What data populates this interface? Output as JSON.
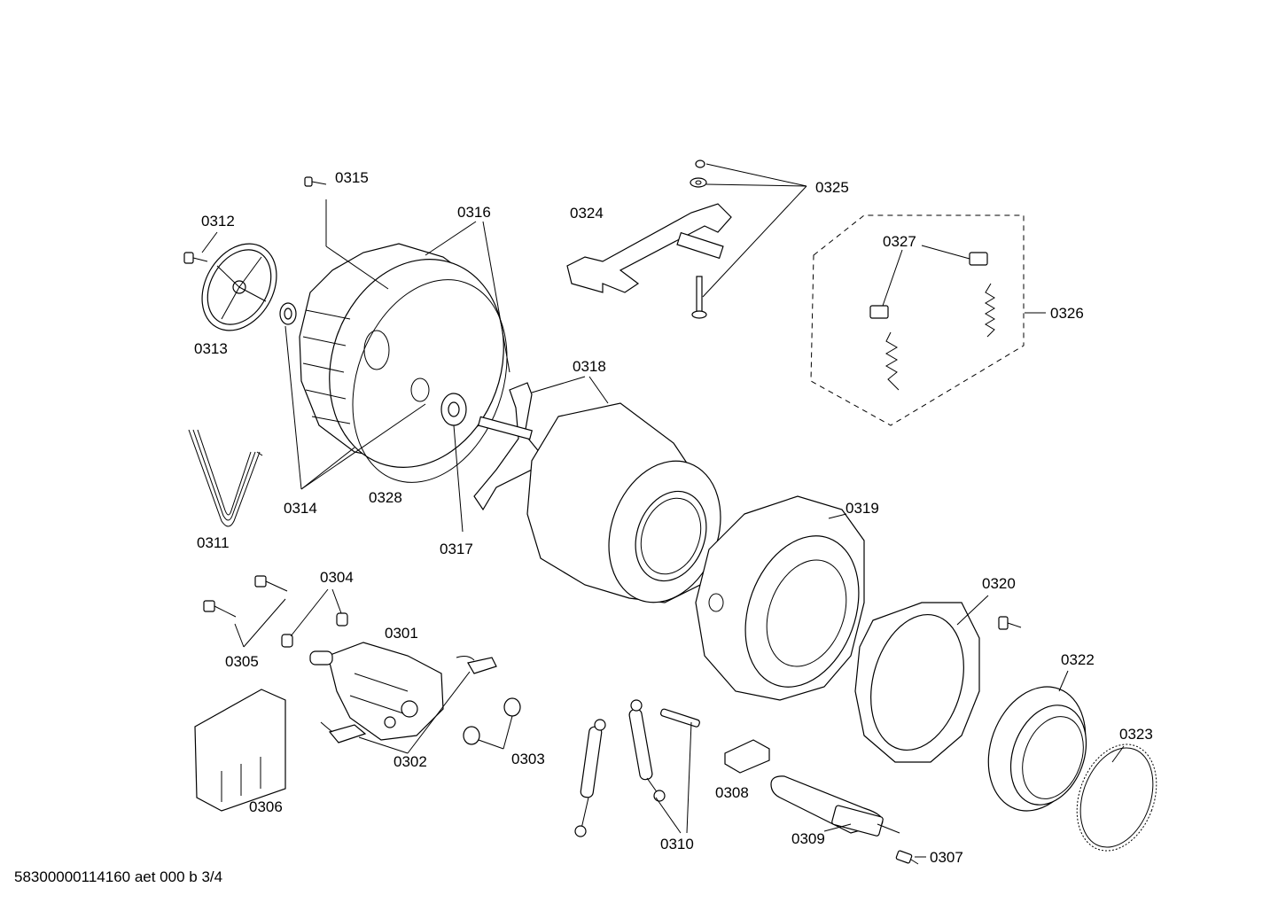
{
  "diagram": {
    "doc_code": "58300000114160 aet 000 b 3/4",
    "callouts": [
      {
        "id": "0301",
        "text": "0301"
      },
      {
        "id": "0302",
        "text": "0302"
      },
      {
        "id": "0303",
        "text": "0303"
      },
      {
        "id": "0304",
        "text": "0304"
      },
      {
        "id": "0305",
        "text": "0305"
      },
      {
        "id": "0306",
        "text": "0306"
      },
      {
        "id": "0307",
        "text": "0307"
      },
      {
        "id": "0308",
        "text": "0308"
      },
      {
        "id": "0309",
        "text": "0309"
      },
      {
        "id": "0310",
        "text": "0310"
      },
      {
        "id": "0311",
        "text": "0311"
      },
      {
        "id": "0312",
        "text": "0312"
      },
      {
        "id": "0313",
        "text": "0313"
      },
      {
        "id": "0314",
        "text": "0314"
      },
      {
        "id": "0315",
        "text": "0315"
      },
      {
        "id": "0316",
        "text": "0316"
      },
      {
        "id": "0317",
        "text": "0317"
      },
      {
        "id": "0318",
        "text": "0318"
      },
      {
        "id": "0319",
        "text": "0319"
      },
      {
        "id": "0320",
        "text": "0320"
      },
      {
        "id": "0322",
        "text": "0322"
      },
      {
        "id": "0323",
        "text": "0323"
      },
      {
        "id": "0324",
        "text": "0324"
      },
      {
        "id": "0325",
        "text": "0325"
      },
      {
        "id": "0326",
        "text": "0326"
      },
      {
        "id": "0327",
        "text": "0327"
      },
      {
        "id": "0328",
        "text": "0328"
      }
    ]
  }
}
